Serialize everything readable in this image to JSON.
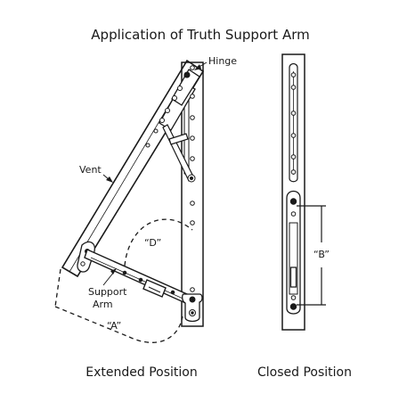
{
  "title": "Application of Truth Support Arm",
  "labels": {
    "hinge": "Hinge",
    "vent": "Vent",
    "support_arm_line1": "Support",
    "support_arm_line2": "Arm",
    "dim_a": "“A”",
    "dim_b": "“B”",
    "dim_d": "“D”"
  },
  "captions": {
    "extended": "Extended Position",
    "closed": "Closed Position"
  },
  "colors": {
    "ink": "#1a1a1a",
    "background": "#ffffff"
  }
}
